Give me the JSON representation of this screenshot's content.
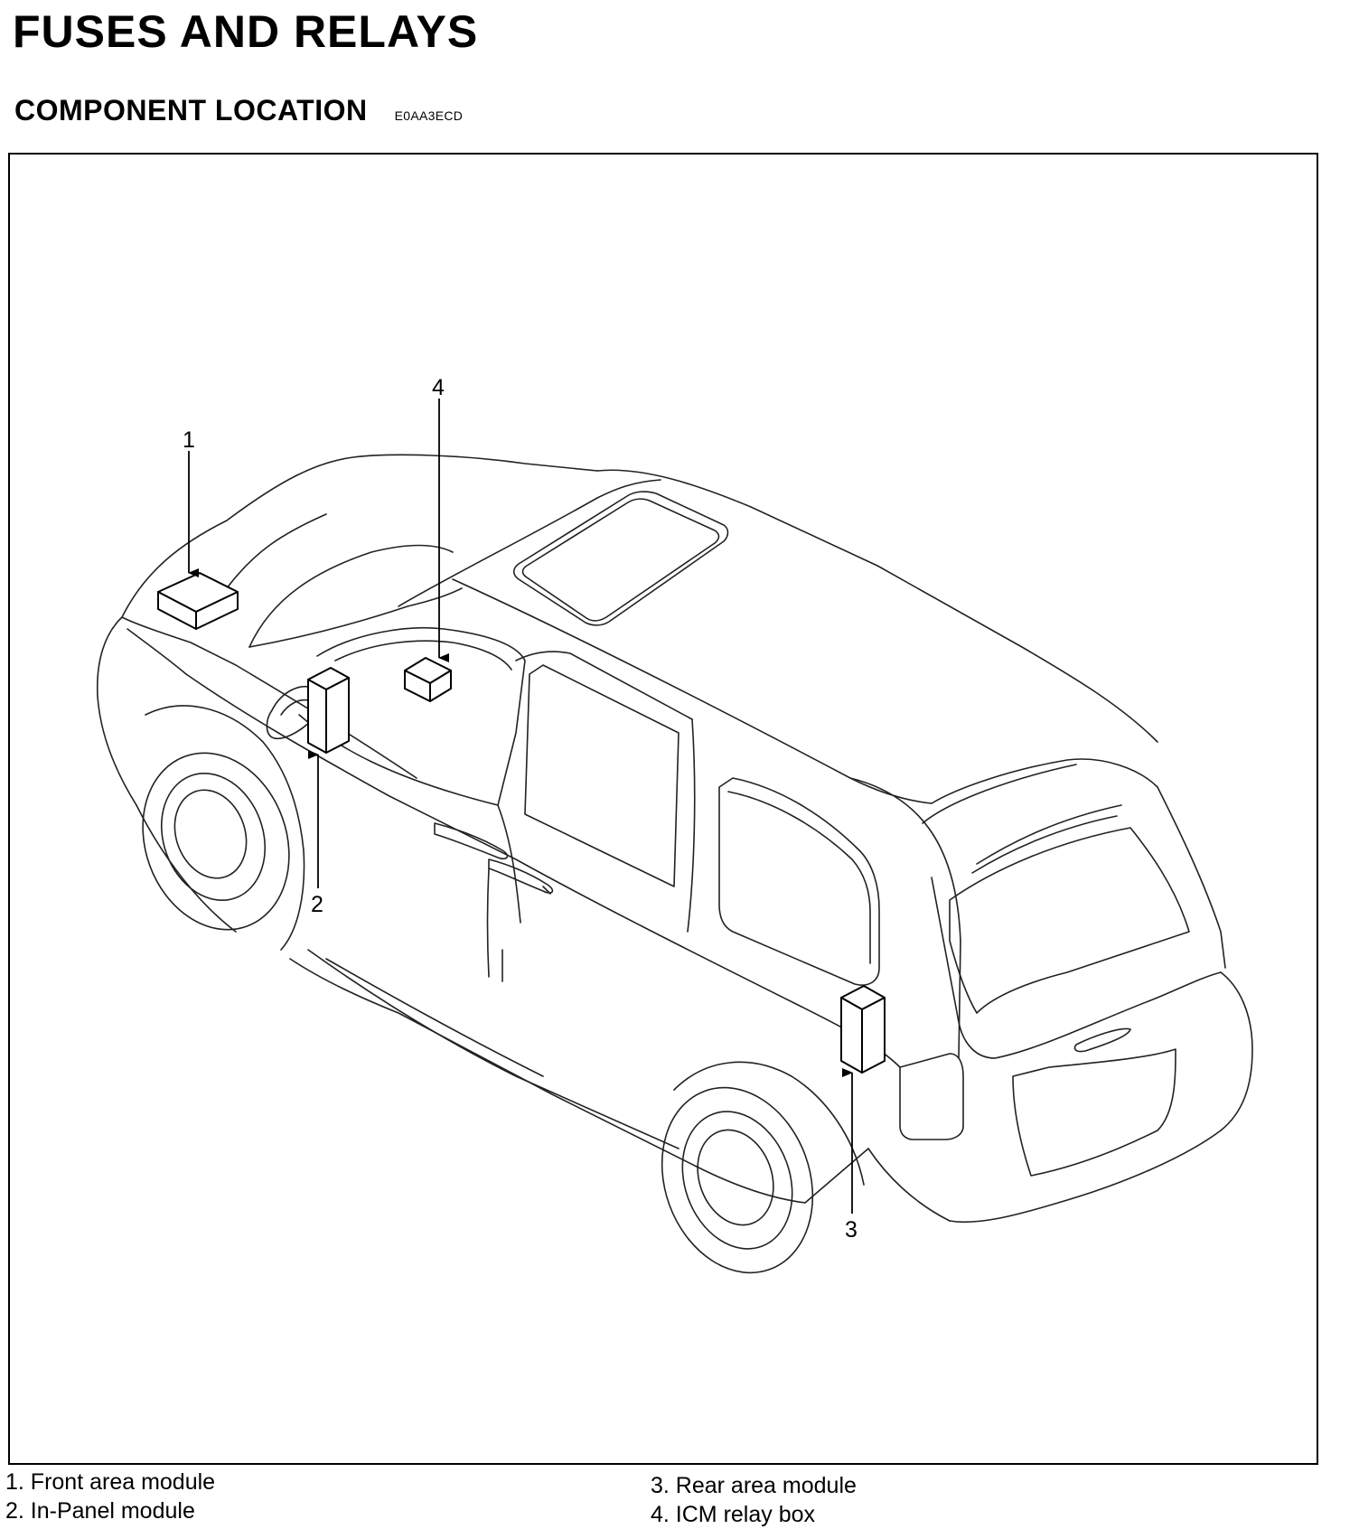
{
  "page": {
    "title": "FUSES AND RELAYS",
    "subtitle": "COMPONENT LOCATION",
    "code": "E0AA3ECD"
  },
  "diagram": {
    "callouts": [
      "1",
      "2",
      "3",
      "4"
    ]
  },
  "legend": {
    "left": [
      "1. Front area module",
      "2. In-Panel module"
    ],
    "right": [
      "3. Rear area module",
      "4. ICM relay box"
    ]
  }
}
